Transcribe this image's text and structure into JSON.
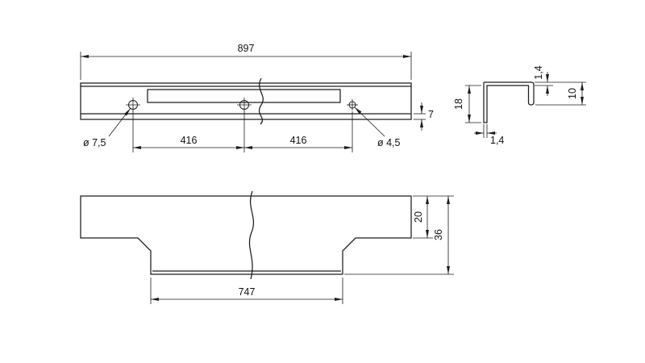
{
  "meta": {
    "background": "#ffffff",
    "line_color": "#1c1c1c",
    "text_color": "#111111"
  },
  "front_view": {
    "overall_length": "897",
    "hole_spacing_left": "416",
    "hole_spacing_right": "416",
    "hole_dia_left": "ø 7,5",
    "hole_dia_right": "ø 4,5",
    "lip_height": "7"
  },
  "section_view": {
    "flange_thickness": "1,4",
    "hook_depth": "10",
    "profile_height": "18",
    "wall_thickness": "1,4"
  },
  "bottom_view": {
    "upper_height": "20",
    "total_height": "36",
    "recess_length": "747"
  }
}
